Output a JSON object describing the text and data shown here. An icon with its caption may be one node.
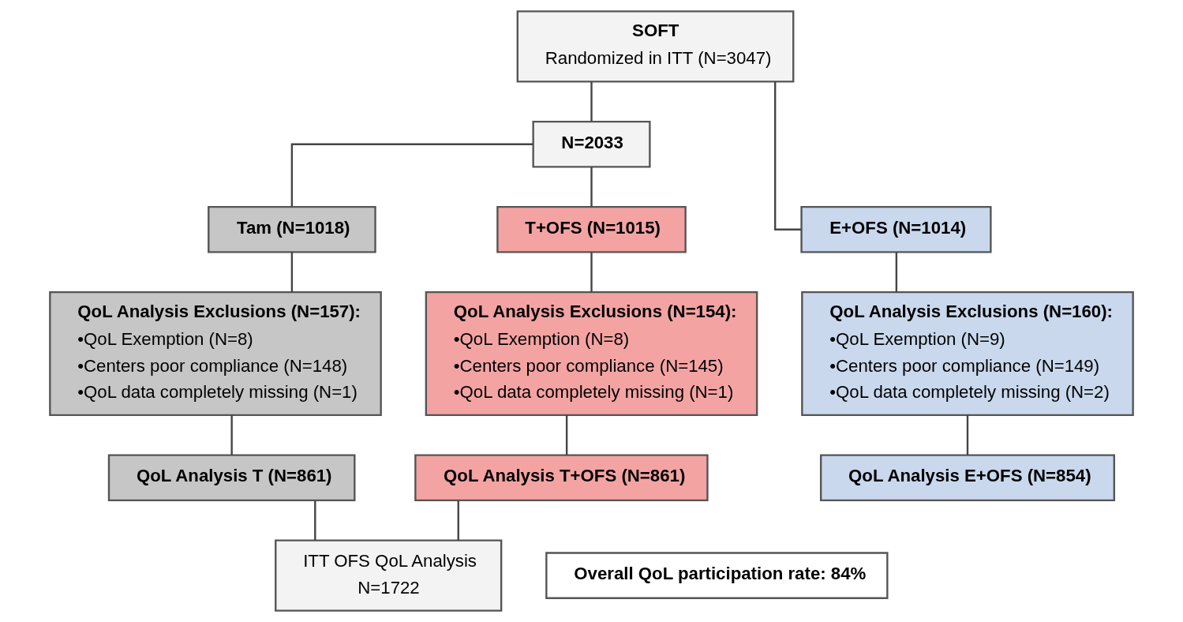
{
  "diagram": {
    "nodes": [
      {
        "text": [
          "SOFT",
          "Randomized in ITT (N=3047)"
        ]
      },
      {
        "text": [
          "N=2033"
        ]
      },
      {
        "text": [
          "Tam (N=1018)"
        ]
      },
      {
        "text": [
          "T+OFS (N=1015)"
        ]
      },
      {
        "text": [
          "E+OFS (N=1014)"
        ]
      },
      {
        "text": [
          "QoL Analysis Exclusions (N=157):",
          "•QoL Exemption (N=8)",
          "•Centers poor compliance (N=148)",
          "•QoL data completely missing (N=1)"
        ]
      },
      {
        "text": [
          "QoL Analysis Exclusions (N=154):",
          "•QoL Exemption (N=8)",
          "•Centers poor compliance (N=145)",
          "•QoL data completely missing (N=1)"
        ]
      },
      {
        "text": [
          "QoL Analysis Exclusions (N=160):",
          "•QoL Exemption (N=9)",
          "•Centers poor compliance (N=149)",
          "•QoL data completely missing (N=2)"
        ]
      },
      {
        "text": [
          "QoL Analysis T (N=861)"
        ]
      },
      {
        "text": [
          "QoL Analysis T+OFS (N=861)"
        ]
      },
      {
        "text": [
          "QoL Analysis E+OFS (N=854)"
        ]
      },
      {
        "text": [
          "ITT OFS QoL Analysis",
          "N=1722"
        ]
      },
      {
        "text": [
          "Overall QoL participation rate: 84%"
        ]
      }
    ],
    "edges": [
      {
        "from": 0,
        "to": 1,
        "arrow": "none"
      },
      {
        "from": 0,
        "to": 4,
        "arrow": "none"
      },
      {
        "from": 1,
        "to": 2,
        "arrow": "none"
      },
      {
        "from": 1,
        "to": 3,
        "arrow": "none"
      },
      {
        "from": 2,
        "to": 5,
        "arrow": "none"
      },
      {
        "from": 3,
        "to": 6,
        "arrow": "none"
      },
      {
        "from": 4,
        "to": 7,
        "arrow": "none"
      },
      {
        "from": 5,
        "to": 8,
        "arrow": "none"
      },
      {
        "from": 6,
        "to": 9,
        "arrow": "none"
      },
      {
        "from": 7,
        "to": 10,
        "arrow": "none"
      },
      {
        "from": 8,
        "to": 11,
        "arrow": "none"
      },
      {
        "from": 9,
        "to": 11,
        "arrow": "none"
      }
    ]
  }
}
